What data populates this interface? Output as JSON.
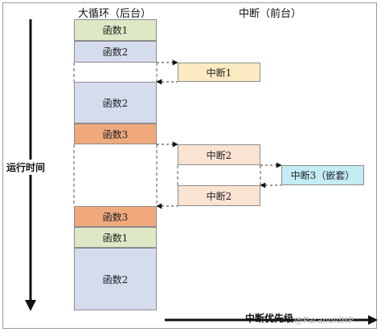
{
  "headers": {
    "main_loop": "大循环（后台）",
    "interrupt": "中断（前台）"
  },
  "axes": {
    "time": "运行时间",
    "priority": "中断优先级"
  },
  "main_column": {
    "block_1": "函数1",
    "block_2": "函数2",
    "block_3": "函数2",
    "block_4": "函数3",
    "block_5": "函数3",
    "block_6": "函数1",
    "block_7": "函数2"
  },
  "interrupts": {
    "isr_1": "中断1",
    "isr_2a": "中断2",
    "isr_2b": "中断2",
    "isr_3": "中断3（嵌套）"
  },
  "watermark": "@ParanoidHP",
  "colors": {
    "func1": "#dce8c6",
    "func2": "#d5dcee",
    "func3": "#efa97d",
    "isr1": "#fcebc2",
    "isr2": "#fbe3d2",
    "isr3": "#c4ecf4"
  }
}
